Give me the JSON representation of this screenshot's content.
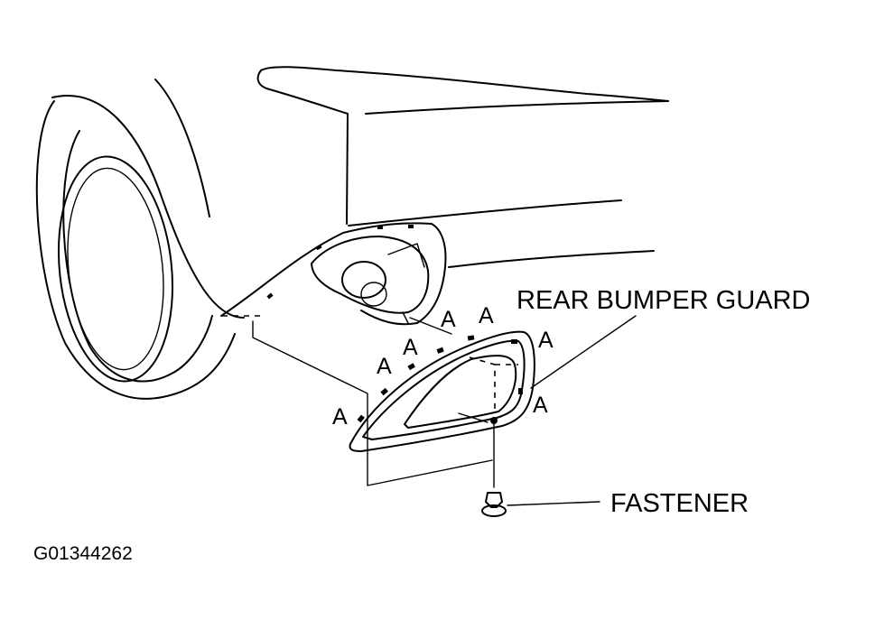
{
  "labels": {
    "rear_bumper_guard": "REAR BUMPER GUARD",
    "fastener": "FASTENER",
    "clip_marker": "A",
    "figure_id": "G01344262"
  }
}
